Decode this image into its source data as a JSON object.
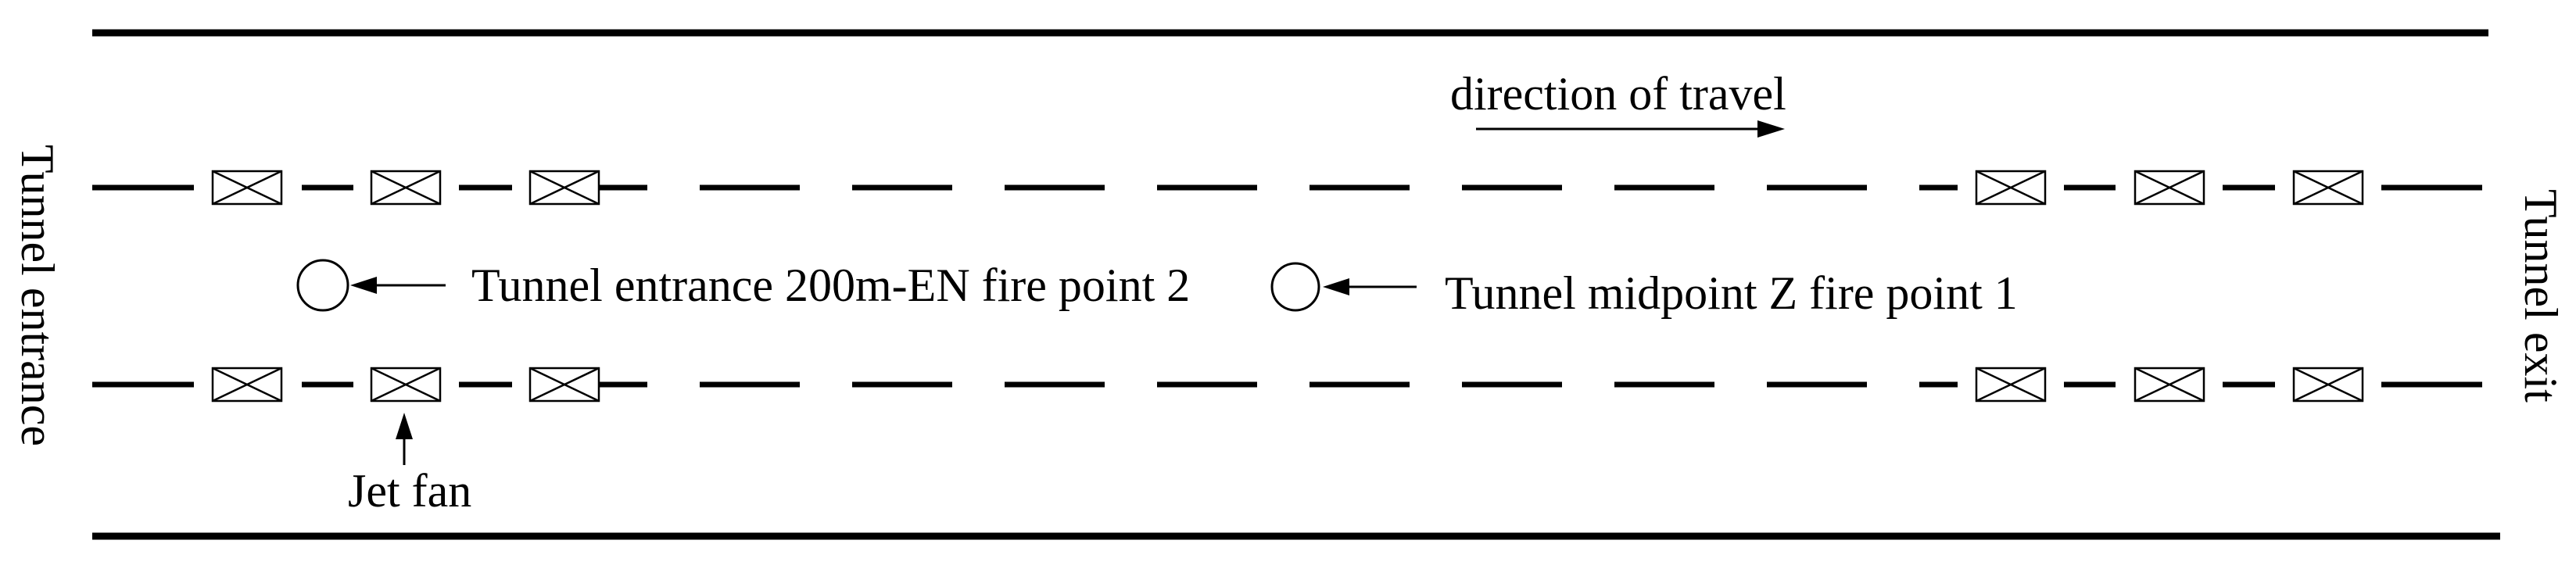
{
  "labels": {
    "direction_of_travel": "direction of travel",
    "tunnel_entrance": "Tunnel entrance",
    "tunnel_exit": "Tunnel exit",
    "fire_point_2": "Tunnel entrance 200m-EN fire point 2",
    "fire_point_1": "Tunnel midpoint Z fire point 1",
    "jet_fan": "Jet fan"
  },
  "jet_fans_per_lane_line": 6,
  "fire_points": 2,
  "colors": {
    "line": "#000000",
    "background": "#ffffff"
  }
}
